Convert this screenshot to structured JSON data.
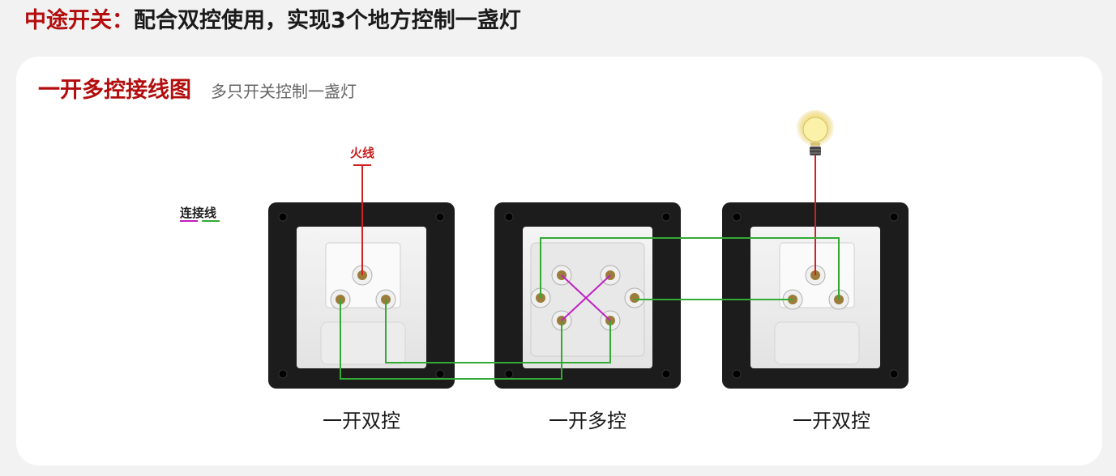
{
  "headline": {
    "label": "中途开关：",
    "text": "配合双控使用，实现3个地方控制一盏灯"
  },
  "card": {
    "title": "一开多控接线图",
    "subtitle": "多只开关控制一盏灯"
  },
  "legend": {
    "label": "连接线",
    "colors": [
      "#c020c0",
      "#33aa33"
    ]
  },
  "fire_label": "火线",
  "switches": [
    {
      "name": "一开双控"
    },
    {
      "name": "一开多控"
    },
    {
      "name": "一开双控"
    }
  ],
  "colors": {
    "accent_red": "#b30d0d",
    "live_wire": "#d02020",
    "link_green": "#33aa33",
    "link_magenta": "#c020c0"
  },
  "icons": [
    "light-bulb-icon",
    "switch-panel"
  ]
}
